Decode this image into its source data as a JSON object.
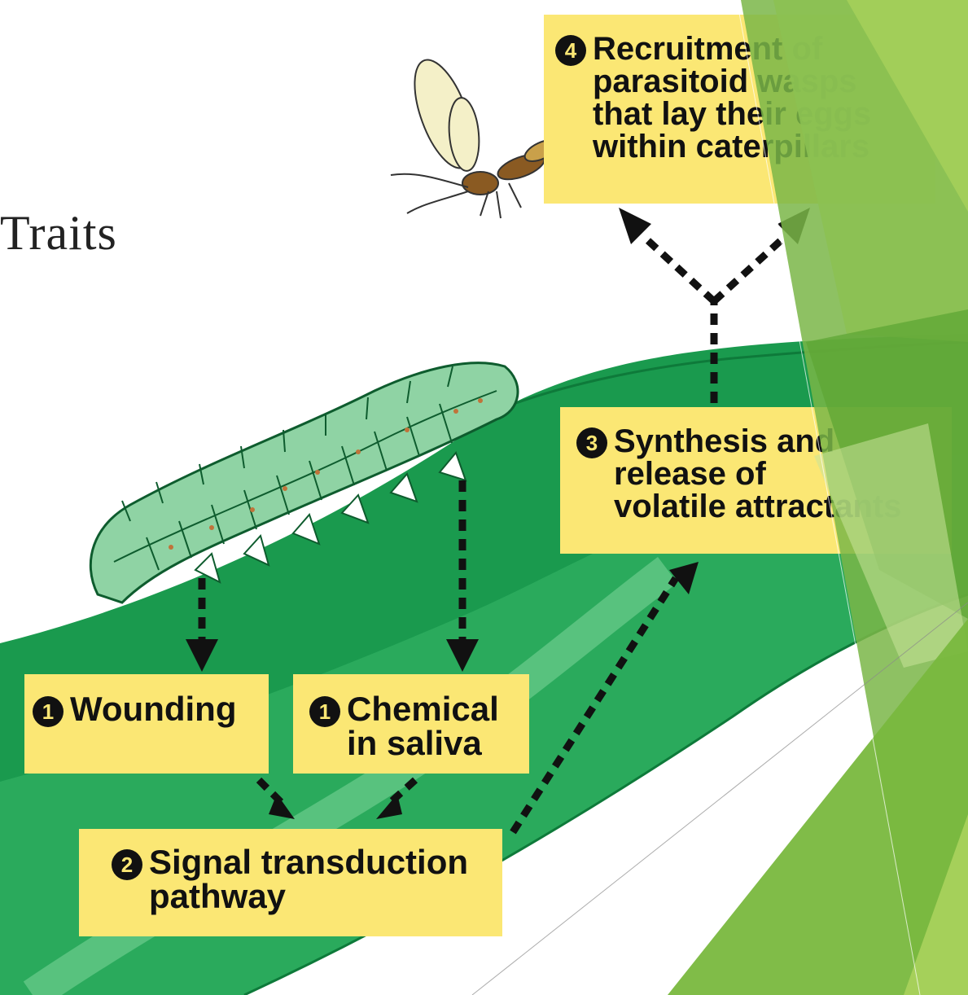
{
  "slide": {
    "title_fragment": "Traits"
  },
  "steps": [
    {
      "id": "wounding",
      "number": "1",
      "lines": [
        "Wounding"
      ]
    },
    {
      "id": "chemical",
      "number": "1",
      "lines": [
        "Chemical",
        "in saliva"
      ]
    },
    {
      "id": "signal",
      "number": "2",
      "lines": [
        "Signal transduction",
        "pathway"
      ]
    },
    {
      "id": "synthesis",
      "number": "3",
      "lines": [
        "Synthesis and",
        "release of",
        "volatile attractants"
      ]
    },
    {
      "id": "recruitment",
      "number": "4",
      "lines": [
        "Recruitment of",
        "parasitoid wasps",
        "that lay their eggs",
        "within caterpillars"
      ]
    }
  ],
  "colors": {
    "box": "#fbe774",
    "leaf_dark": "#16924a",
    "leaf_light": "#52c17a",
    "caterpillar": "#8fd3a4",
    "theme_green": "#7ab648",
    "theme_light": "#c8e39a"
  },
  "icons": [
    "caterpillar-illustration",
    "wasp-illustration",
    "leaf-illustration",
    "dashed-arrow"
  ]
}
